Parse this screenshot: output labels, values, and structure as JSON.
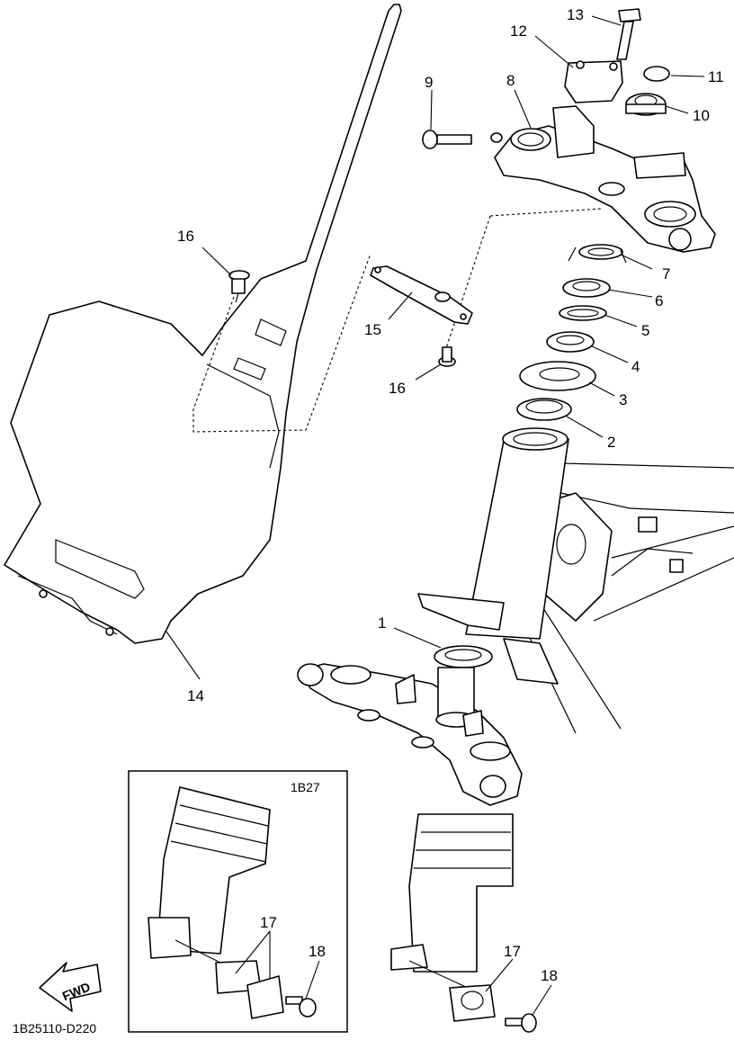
{
  "callouts": {
    "c1": "1",
    "c2": "2",
    "c3": "3",
    "c4": "4",
    "c5": "5",
    "c6": "6",
    "c7": "7",
    "c8": "8",
    "c9": "9",
    "c10": "10",
    "c11": "11",
    "c12": "12",
    "c13": "13",
    "c14": "14",
    "c15": "15",
    "c16a": "16",
    "c16b": "16",
    "c17a": "17",
    "c17b": "17",
    "c18a": "18",
    "c18b": "18"
  },
  "inset": {
    "label": "1B27"
  },
  "fwd": {
    "label": "FWD"
  },
  "footer": {
    "code": "1B25110-D220"
  }
}
